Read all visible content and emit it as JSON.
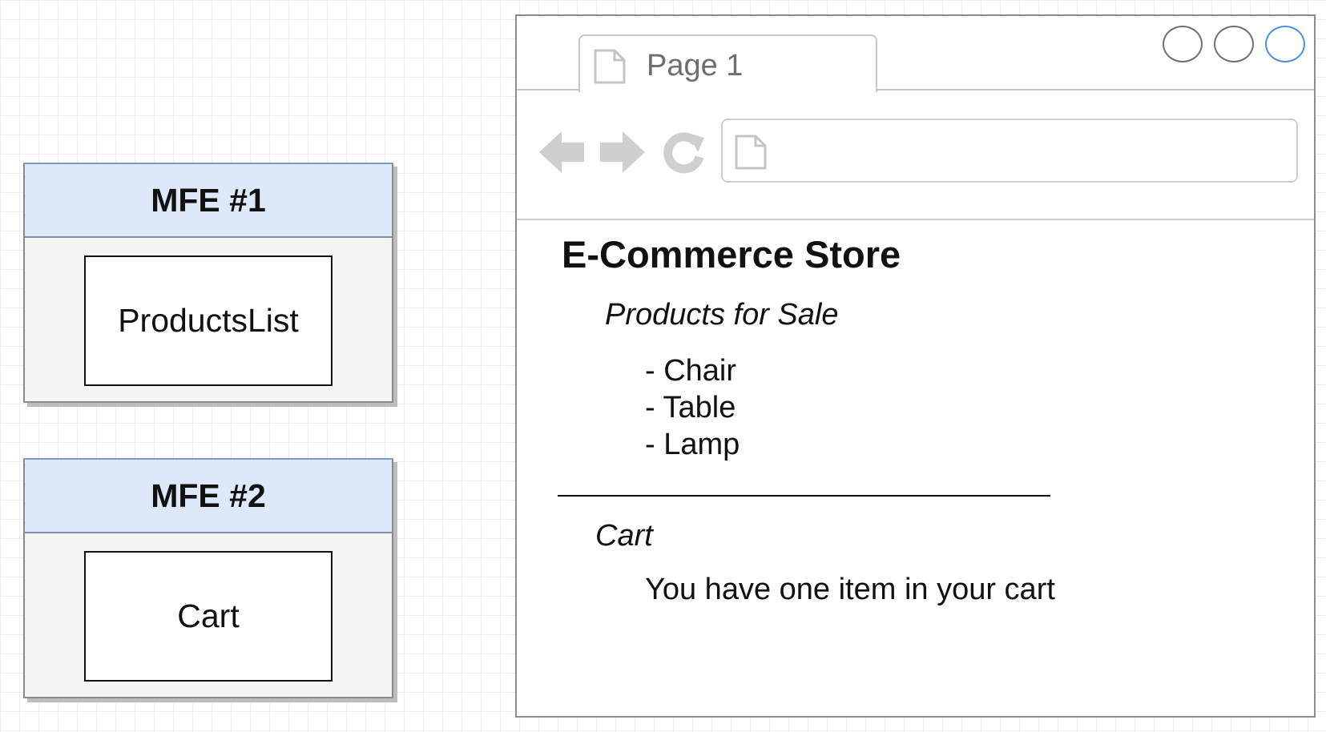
{
  "mfes": [
    {
      "header": "MFE #1",
      "component": "ProductsList"
    },
    {
      "header": "MFE #2",
      "component": "Cart"
    }
  ],
  "browser": {
    "tab_title": "Page 1",
    "address_value": "",
    "active_control_color": "#4a90e2",
    "nav_icon_color": "#cfcfcf"
  },
  "page": {
    "title": "E-Commerce Store",
    "products_heading": "Products for Sale",
    "products": [
      "- Chair",
      "- Table",
      "- Lamp"
    ],
    "cart_heading": "Cart",
    "cart_message": "You have one item in your cart"
  },
  "colors": {
    "mfe_header_bg": "#dde8f8",
    "mfe_body_bg": "#f4f4f4"
  }
}
